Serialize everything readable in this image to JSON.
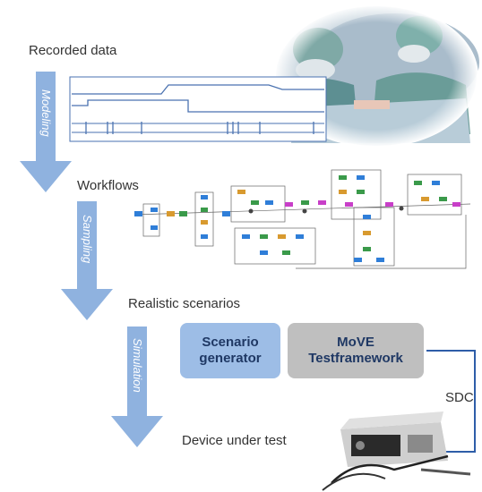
{
  "labels": {
    "recorded_data": "Recorded data",
    "workflows": "Workflows",
    "realistic_scenarios": "Realistic scenarios",
    "device_under_test": "Device under test",
    "sdc": "SDC"
  },
  "arrows": {
    "modeling": "Modeling",
    "sampling": "Sampling",
    "simulation": "Simulation"
  },
  "boxes": {
    "scenario_generator": "Scenario\ngenerator",
    "move_testframework": "MoVE\nTestframework"
  },
  "colors": {
    "arrow_blue": "#8fb2df",
    "scenario_box": "#9dbde6",
    "scenario_text": "#1f3864",
    "move_box": "#bfbfbf",
    "move_text": "#1f3864",
    "connector": "#2e5da8",
    "signal_line": "#4a72b0"
  },
  "icons": {
    "photo": "surgery-photo",
    "device": "medical-device-image",
    "workflow": "workflow-graph"
  }
}
